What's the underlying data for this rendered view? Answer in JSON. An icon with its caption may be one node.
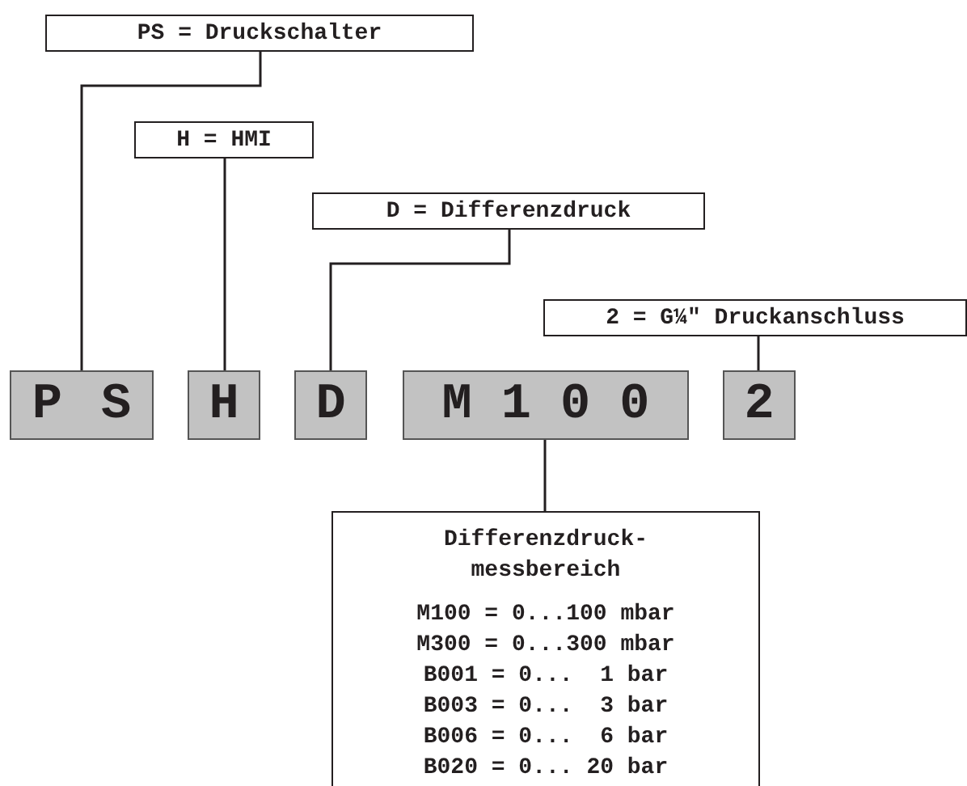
{
  "diagram": {
    "nodes": [
      {
        "text": [
          "PS = Druckschalter"
        ]
      },
      {
        "text": [
          "H = HMI"
        ]
      },
      {
        "text": [
          "D = Differenzdruck"
        ]
      },
      {
        "text": [
          "2 = G¼″ Druckanschluss"
        ]
      },
      {
        "text": [
          "PS"
        ]
      },
      {
        "text": [
          "H"
        ]
      },
      {
        "text": [
          "D"
        ]
      },
      {
        "text": [
          "M100"
        ]
      },
      {
        "text": [
          "2"
        ]
      },
      {
        "text": [
          "Differenzdruck- messbereich",
          "M100 = 0...100 mbar",
          "M300 = 0...300 mbar",
          "B001 = 0...  1 bar",
          "B003 = 0...  3 bar",
          "B006 = 0...  6 bar",
          "B020 = 0... 20 bar"
        ]
      }
    ],
    "edges": [
      {
        "from": 0,
        "to": 4,
        "arrow": "none"
      },
      {
        "from": 1,
        "to": 5,
        "arrow": "none"
      },
      {
        "from": 2,
        "to": 6,
        "arrow": "none"
      },
      {
        "from": 3,
        "to": 8,
        "arrow": "none"
      },
      {
        "from": 7,
        "to": 9,
        "arrow": "none"
      }
    ]
  }
}
